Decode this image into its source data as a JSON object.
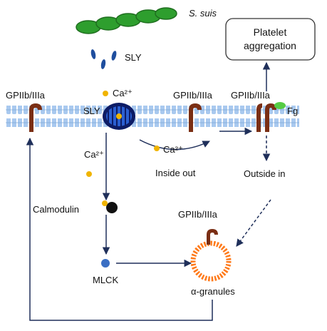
{
  "colors": {
    "bacterium": "#2e9e2e",
    "bacterium_dark": "#1f6e1f",
    "toxin": "#1f4e9e",
    "calcium": "#f0b400",
    "membrane": "#9ec3ee",
    "receptor": "#7a2e14",
    "fibrinogen": "#55cc44",
    "arrow": "#1f2f5a",
    "granule": "#ff7a1a",
    "mlck": "#3a6fc4",
    "calmodulin": "#111111"
  },
  "labels": {
    "s_suis": "S. suis",
    "sly_top": "SLY",
    "sly_pore": "SLY",
    "ca_top": "Ca²⁺",
    "ca_mid": "Ca²⁺",
    "ca_lower": "Ca²⁺",
    "gp_left": "GPIIb/IIIa",
    "gp_center": "GPIIb/IIIa",
    "gp_right": "GPIIb/IIIa",
    "gp_granule": "GPIIb/IIIa",
    "fg": "Fg",
    "platelet_aggregation_1": "Platelet",
    "platelet_aggregation_2": "aggregation",
    "inside_out": "Inside out",
    "outside_in": "Outside in",
    "calmodulin": "Calmodulin",
    "mlck": "MLCK",
    "alpha_granules": "α-granules"
  }
}
